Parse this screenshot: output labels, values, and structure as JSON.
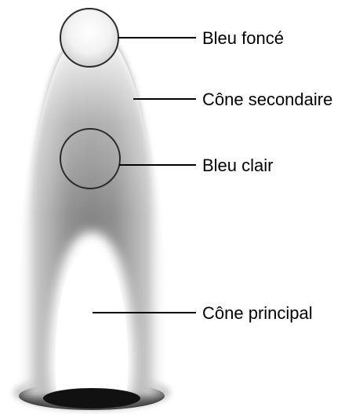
{
  "diagram": {
    "labels": {
      "dark_blue": "Bleu foncé",
      "secondary_cone": "Cône secondaire",
      "light_blue": "Bleu clair",
      "primary_cone": "Cône principal"
    },
    "colors": {
      "flame_fill": "#9a9a9a",
      "flame_core": "#ffffff",
      "base_shadow": "#1a1a1a",
      "circle_stroke": "#222222",
      "leader_line": "#000000"
    }
  }
}
